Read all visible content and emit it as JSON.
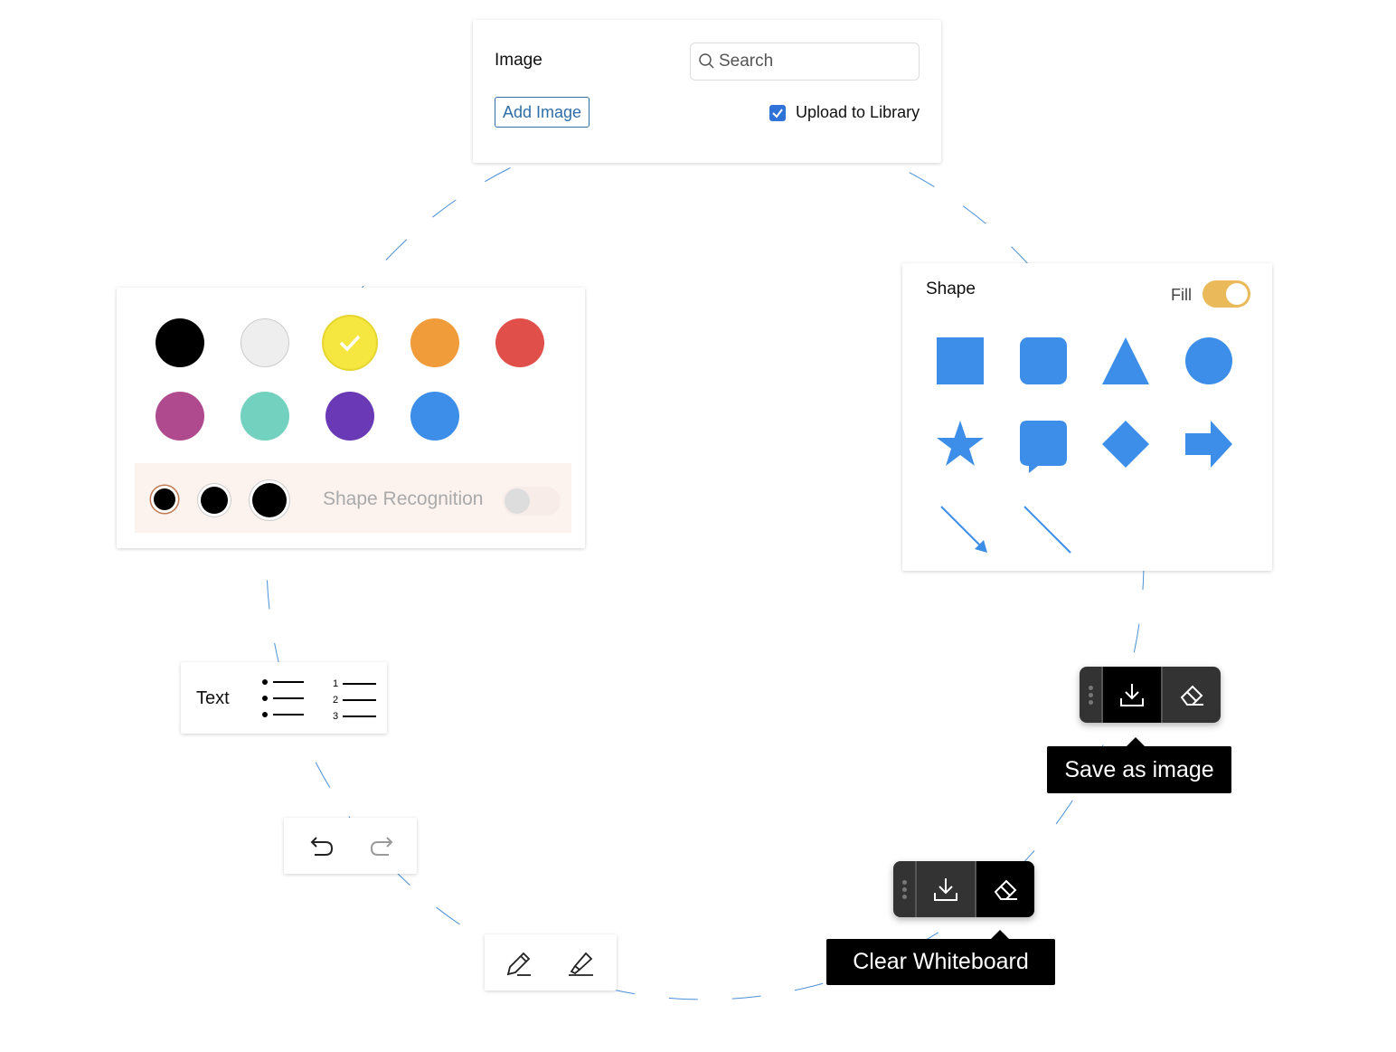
{
  "image_panel": {
    "title": "Image",
    "search_placeholder": "Search",
    "add_button": "Add Image",
    "upload_label": "Upload to Library",
    "upload_checked": true
  },
  "color_panel": {
    "colors": [
      "#000000",
      "#eeeeee",
      "#f5e640",
      "#f09c3a",
      "#e04f4a",
      "#b04a8e",
      "#72d2bf",
      "#6a3ab6",
      "#3d8ee8"
    ],
    "selected_color": "#f5e640",
    "shape_recognition_label": "Shape Recognition",
    "shape_recognition_on": false
  },
  "shape_panel": {
    "title": "Shape",
    "fill_label": "Fill",
    "fill_on": true,
    "accent": "#3d8ee8",
    "shapes": [
      "square",
      "rounded-square",
      "triangle",
      "circle",
      "star",
      "speech-bubble",
      "diamond",
      "arrow-right",
      "arrow-line",
      "line"
    ]
  },
  "text_panel": {
    "label": "Text"
  },
  "tooltips": {
    "save": "Save as image",
    "clear": "Clear Whiteboard"
  }
}
